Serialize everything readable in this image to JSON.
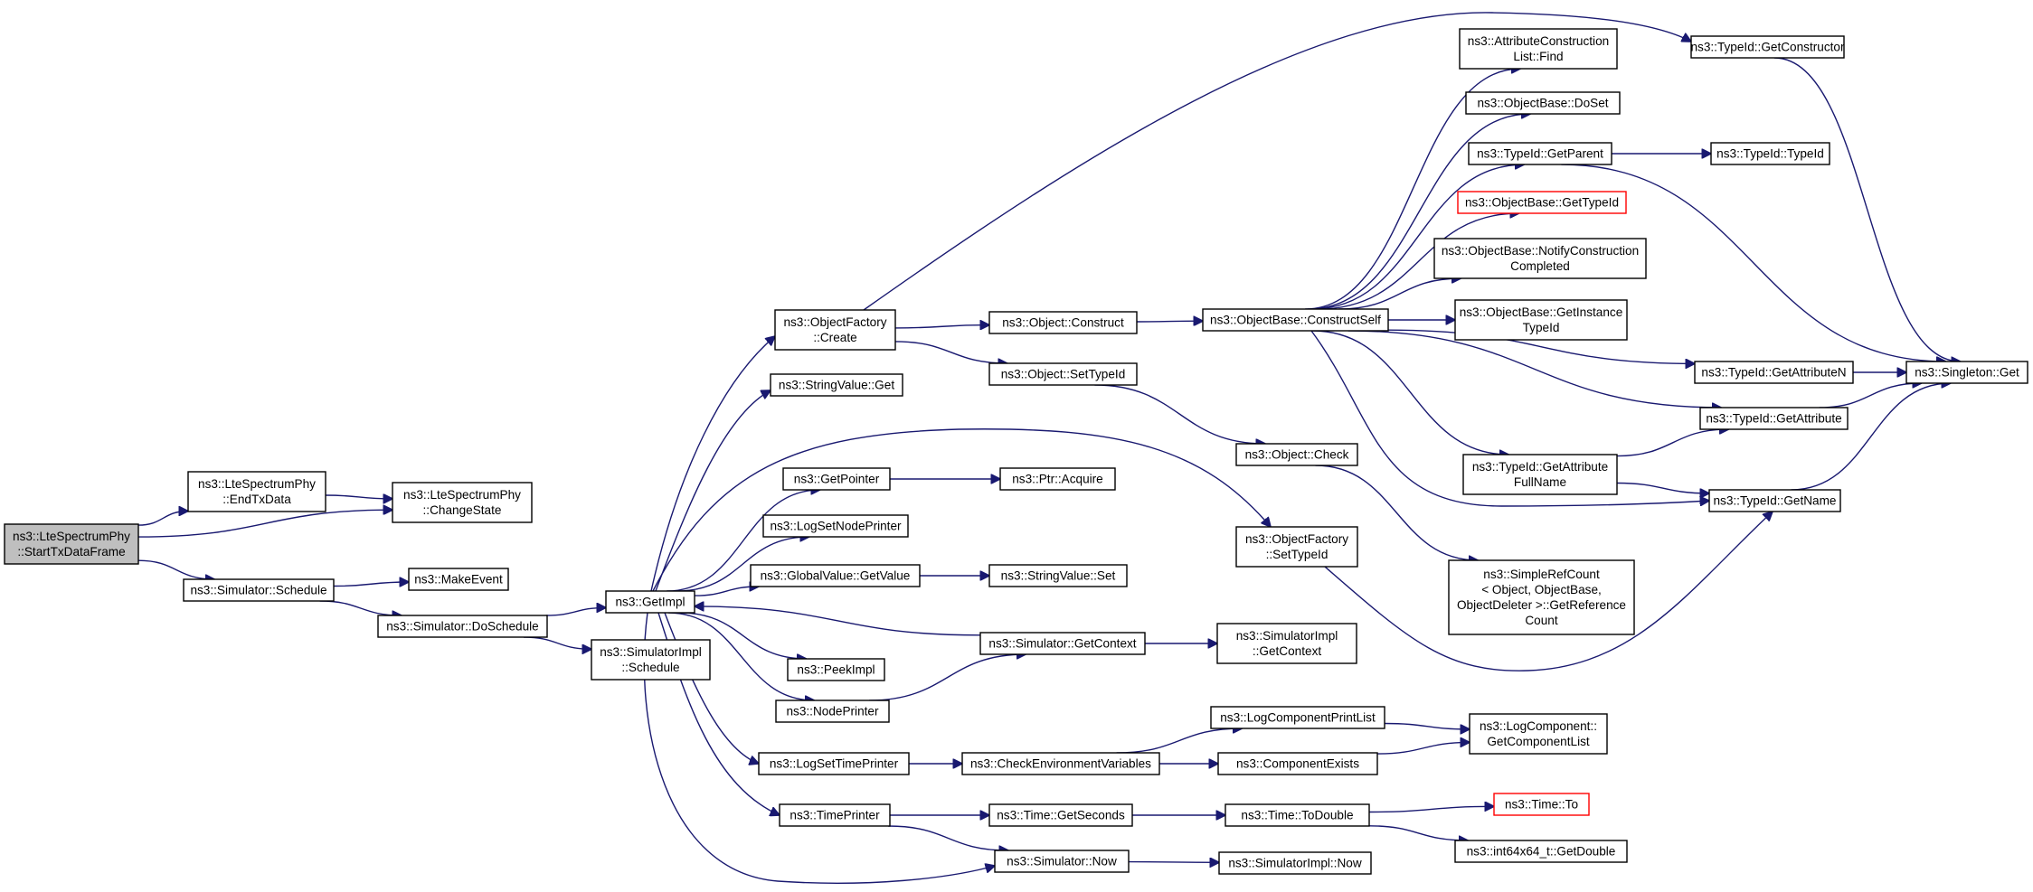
{
  "colors": {
    "edge": "#191970",
    "node_border": "#000000",
    "truncated_border": "#ff0000",
    "root_fill": "#bfbfbf"
  },
  "nodes": [
    {
      "id": "start",
      "lines": [
        "ns3::LteSpectrumPhy",
        "::StartTxDataFrame"
      ],
      "root": true
    },
    {
      "id": "endtx",
      "lines": [
        "ns3::LteSpectrumPhy",
        "::EndTxData"
      ]
    },
    {
      "id": "changestate",
      "lines": [
        "ns3::LteSpectrumPhy",
        "::ChangeState"
      ]
    },
    {
      "id": "schedule",
      "lines": [
        "ns3::Simulator::Schedule"
      ]
    },
    {
      "id": "makeevent",
      "lines": [
        "ns3::MakeEvent"
      ]
    },
    {
      "id": "doschedule",
      "lines": [
        "ns3::Simulator::DoSchedule"
      ]
    },
    {
      "id": "getimpl",
      "lines": [
        "ns3::GetImpl"
      ]
    },
    {
      "id": "simimplschedule",
      "lines": [
        "ns3::SimulatorImpl",
        "::Schedule"
      ]
    },
    {
      "id": "ofcreate",
      "lines": [
        "ns3::ObjectFactory",
        "::Create"
      ]
    },
    {
      "id": "stringvalueget",
      "lines": [
        "ns3::StringValue::Get"
      ]
    },
    {
      "id": "getpointer",
      "lines": [
        "ns3::GetPointer"
      ]
    },
    {
      "id": "logsetnodeprinter",
      "lines": [
        "ns3::LogSetNodePrinter"
      ]
    },
    {
      "id": "globalvalueget",
      "lines": [
        "ns3::GlobalValue::GetValue"
      ]
    },
    {
      "id": "peekimpl",
      "lines": [
        "ns3::PeekImpl"
      ]
    },
    {
      "id": "nodeprinter",
      "lines": [
        "ns3::NodePrinter"
      ]
    },
    {
      "id": "logsettimeprinter",
      "lines": [
        "ns3::LogSetTimePrinter"
      ]
    },
    {
      "id": "timeprinter",
      "lines": [
        "ns3::TimePrinter"
      ]
    },
    {
      "id": "objconstruct",
      "lines": [
        "ns3::Object::Construct"
      ]
    },
    {
      "id": "objsettypeid",
      "lines": [
        "ns3::Object::SetTypeId"
      ]
    },
    {
      "id": "ptracquire",
      "lines": [
        "ns3::Ptr::Acquire"
      ]
    },
    {
      "id": "stringvalueset",
      "lines": [
        "ns3::StringValue::Set"
      ]
    },
    {
      "id": "simgetcontext",
      "lines": [
        "ns3::Simulator::GetContext"
      ]
    },
    {
      "id": "checkenv",
      "lines": [
        "ns3::CheckEnvironmentVariables"
      ]
    },
    {
      "id": "timegetseconds",
      "lines": [
        "ns3::Time::GetSeconds"
      ]
    },
    {
      "id": "simnow",
      "lines": [
        "ns3::Simulator::Now"
      ]
    },
    {
      "id": "constructself",
      "lines": [
        "ns3::ObjectBase::ConstructSelf"
      ]
    },
    {
      "id": "objcheck",
      "lines": [
        "ns3::Object::Check"
      ]
    },
    {
      "id": "ofsettypeid",
      "lines": [
        "ns3::ObjectFactory",
        "::SetTypeId"
      ]
    },
    {
      "id": "simimplgetcontext",
      "lines": [
        "ns3::SimulatorImpl",
        "::GetContext"
      ]
    },
    {
      "id": "logcomplist",
      "lines": [
        "ns3::LogComponentPrintList"
      ]
    },
    {
      "id": "compexists",
      "lines": [
        "ns3::ComponentExists"
      ]
    },
    {
      "id": "timetodouble",
      "lines": [
        "ns3::Time::ToDouble"
      ]
    },
    {
      "id": "simimplnow",
      "lines": [
        "ns3::SimulatorImpl::Now"
      ]
    },
    {
      "id": "attrfind",
      "lines": [
        "ns3::AttributeConstruction",
        "List::Find"
      ]
    },
    {
      "id": "dosset",
      "lines": [
        "ns3::ObjectBase::DoSet"
      ]
    },
    {
      "id": "tgetparent",
      "lines": [
        "ns3::TypeId::GetParent"
      ]
    },
    {
      "id": "obgettypeid",
      "lines": [
        "ns3::ObjectBase::GetTypeId"
      ],
      "truncated": true
    },
    {
      "id": "notifyconstr",
      "lines": [
        "ns3::ObjectBase::NotifyConstruction",
        "Completed"
      ]
    },
    {
      "id": "getinstancetypeid",
      "lines": [
        "ns3::ObjectBase::GetInstance",
        "TypeId"
      ]
    },
    {
      "id": "tgetattrfull",
      "lines": [
        "ns3::TypeId::GetAttribute",
        "FullName"
      ]
    },
    {
      "id": "simplerefcount",
      "lines": [
        "ns3::SimpleRefCount",
        "< Object, ObjectBase,",
        "ObjectDeleter >::GetReference",
        "Count"
      ]
    },
    {
      "id": "logcompgetlist",
      "lines": [
        "ns3::LogComponent::",
        "GetComponentList"
      ]
    },
    {
      "id": "timeto",
      "lines": [
        "ns3::Time::To"
      ],
      "truncated": true
    },
    {
      "id": "int64getdouble",
      "lines": [
        "ns3::int64x64_t::GetDouble"
      ]
    },
    {
      "id": "tgetconstructor",
      "lines": [
        "ns3::TypeId::GetConstructor"
      ]
    },
    {
      "id": "ttypeid",
      "lines": [
        "ns3::TypeId::TypeId"
      ]
    },
    {
      "id": "tgetattrn",
      "lines": [
        "ns3::TypeId::GetAttributeN"
      ]
    },
    {
      "id": "tgetattr",
      "lines": [
        "ns3::TypeId::GetAttribute"
      ]
    },
    {
      "id": "tgetname",
      "lines": [
        "ns3::TypeId::GetName"
      ]
    },
    {
      "id": "singletonget",
      "lines": [
        "ns3::Singleton::Get"
      ]
    }
  ],
  "edges": [
    [
      "start",
      "endtx"
    ],
    [
      "start",
      "changestate"
    ],
    [
      "start",
      "schedule"
    ],
    [
      "endtx",
      "changestate"
    ],
    [
      "schedule",
      "makeevent"
    ],
    [
      "schedule",
      "doschedule"
    ],
    [
      "doschedule",
      "getimpl"
    ],
    [
      "doschedule",
      "simimplschedule"
    ],
    [
      "getimpl",
      "ofcreate"
    ],
    [
      "getimpl",
      "stringvalueget"
    ],
    [
      "getimpl",
      "ofsettypeid"
    ],
    [
      "getimpl",
      "getpointer"
    ],
    [
      "getimpl",
      "logsetnodeprinter"
    ],
    [
      "getimpl",
      "globalvalueget"
    ],
    [
      "getimpl",
      "peekimpl"
    ],
    [
      "getimpl",
      "nodeprinter"
    ],
    [
      "getimpl",
      "logsettimeprinter"
    ],
    [
      "getimpl",
      "timeprinter"
    ],
    [
      "getimpl",
      "simnow"
    ],
    [
      "ofcreate",
      "objconstruct"
    ],
    [
      "ofcreate",
      "objsettypeid"
    ],
    [
      "ofcreate",
      "tgetconstructor"
    ],
    [
      "getpointer",
      "ptracquire"
    ],
    [
      "globalvalueget",
      "stringvalueset"
    ],
    [
      "nodeprinter",
      "simgetcontext"
    ],
    [
      "simgetcontext",
      "getimpl"
    ],
    [
      "simgetcontext",
      "simimplgetcontext"
    ],
    [
      "logsettimeprinter",
      "checkenv"
    ],
    [
      "checkenv",
      "logcomplist"
    ],
    [
      "checkenv",
      "compexists"
    ],
    [
      "logcomplist",
      "logcompgetlist"
    ],
    [
      "compexists",
      "logcompgetlist"
    ],
    [
      "timeprinter",
      "timegetseconds"
    ],
    [
      "timeprinter",
      "simnow"
    ],
    [
      "timegetseconds",
      "timetodouble"
    ],
    [
      "timetodouble",
      "timeto"
    ],
    [
      "timetodouble",
      "int64getdouble"
    ],
    [
      "simnow",
      "simimplnow"
    ],
    [
      "objconstruct",
      "constructself"
    ],
    [
      "objsettypeid",
      "objcheck"
    ],
    [
      "objcheck",
      "simplerefcount"
    ],
    [
      "ofsettypeid",
      "tgetname"
    ],
    [
      "constructself",
      "attrfind"
    ],
    [
      "constructself",
      "dosset"
    ],
    [
      "constructself",
      "tgetparent"
    ],
    [
      "constructself",
      "obgettypeid"
    ],
    [
      "constructself",
      "notifyconstr"
    ],
    [
      "constructself",
      "getinstancetypeid"
    ],
    [
      "constructself",
      "tgetattrn"
    ],
    [
      "constructself",
      "tgetattr"
    ],
    [
      "constructself",
      "tgetattrfull"
    ],
    [
      "constructself",
      "tgetname"
    ],
    [
      "tgetattrfull",
      "tgetattr"
    ],
    [
      "tgetattrfull",
      "tgetname"
    ],
    [
      "tgetparent",
      "ttypeid"
    ],
    [
      "tgetparent",
      "singletonget"
    ],
    [
      "tgetconstructor",
      "singletonget"
    ],
    [
      "tgetattrn",
      "singletonget"
    ],
    [
      "tgetattr",
      "singletonget"
    ],
    [
      "tgetname",
      "singletonget"
    ]
  ]
}
